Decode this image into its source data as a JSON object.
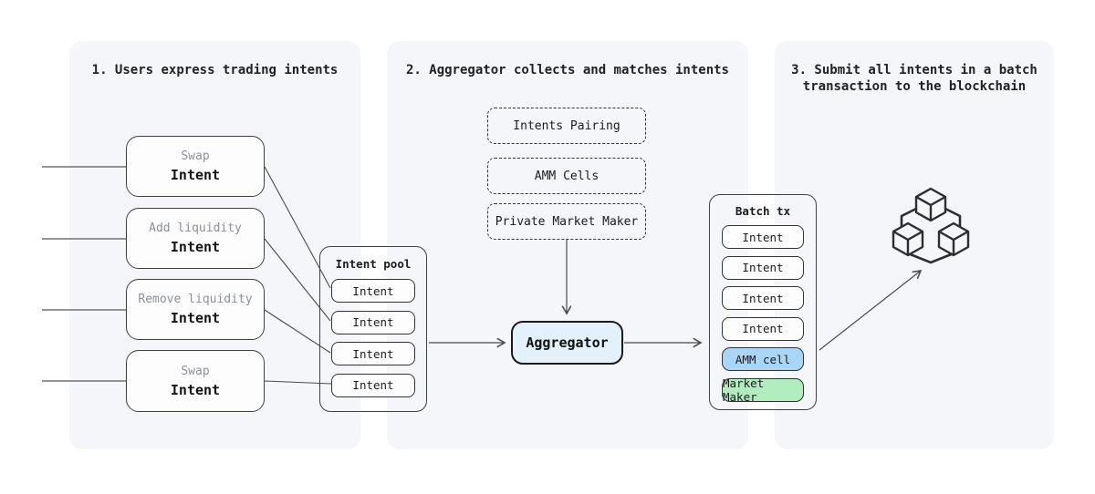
{
  "diagram": {
    "panels": [
      {
        "title": "1. Users express trading intents"
      },
      {
        "title": "2. Aggregator collects and matches intents"
      },
      {
        "title_line1": "3. Submit all intents in a batch",
        "title_line2": "transaction to the blockchain"
      }
    ],
    "user_intents": [
      {
        "type": "Swap",
        "label": "Intent"
      },
      {
        "type": "Add liquidity",
        "label": "Intent"
      },
      {
        "type": "Remove liquidity",
        "label": "Intent"
      },
      {
        "type": "Swap",
        "label": "Intent"
      }
    ],
    "intent_pool": {
      "title": "Intent pool",
      "items": [
        "Intent",
        "Intent",
        "Intent",
        "Intent"
      ]
    },
    "matching_strategies": [
      "Intents Pairing",
      "AMM Cells",
      "Private Market Maker"
    ],
    "aggregator_label": "Aggregator",
    "batch": {
      "title": "Batch tx",
      "items": [
        {
          "label": "Intent",
          "kind": "intent"
        },
        {
          "label": "Intent",
          "kind": "intent"
        },
        {
          "label": "Intent",
          "kind": "intent"
        },
        {
          "label": "Intent",
          "kind": "intent"
        },
        {
          "label": "AMM cell",
          "kind": "amm"
        },
        {
          "label": "Market Maker",
          "kind": "market-maker"
        }
      ]
    },
    "icons": {
      "blockchain": "blockchain-cubes-icon"
    },
    "colors": {
      "panel_bg": "#f4f6f9",
      "aggregator_fill": "#e3f1fc",
      "amm_cell_fill": "#a9d5f6",
      "market_maker_fill": "#b0ecbe",
      "box_border": "#3a3a3a",
      "connector_line": "#4a4a4a",
      "muted_text": "#8b909a"
    }
  }
}
